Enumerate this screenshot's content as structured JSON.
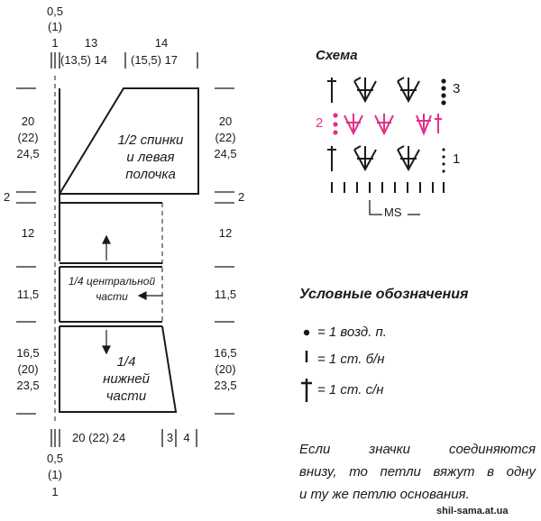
{
  "pattern": {
    "top_dims": {
      "left_1": "0,5",
      "left_2": "(1)",
      "left_3": "1",
      "mid_a": "13",
      "mid_b": "(13,5) 14",
      "mid_c": "14",
      "mid_d": "(15,5) 17"
    },
    "bottom_dims": {
      "main": "20 (22) 24",
      "small_a": "3",
      "small_b": "4",
      "under_1": "0,5",
      "under_2": "(1)",
      "under_3": "1"
    },
    "left_heights": {
      "top": [
        "20",
        "(22)",
        "24,5"
      ],
      "neck": "2",
      "upper_mid": "12",
      "lower_mid": "11,5",
      "bottom": [
        "16,5",
        "(20)",
        "23,5"
      ]
    },
    "right_heights": {
      "top": [
        "20",
        "(22)",
        "24,5"
      ],
      "neck": "2",
      "upper_mid": "12",
      "lower_mid": "11,5",
      "bottom": [
        "16,5",
        "(20)",
        "23,5"
      ]
    },
    "labels": {
      "back_front": [
        "1/2 спинки",
        "и левая",
        "полочка"
      ],
      "center": [
        "1/4 центральной",
        "части"
      ],
      "lower": [
        "1/4",
        "нижней",
        "части"
      ]
    }
  },
  "schema": {
    "title": "Схема",
    "row_3": "3",
    "row_2": "2",
    "row_1": "1",
    "ms_label": "MS"
  },
  "legend": {
    "title": "Условные обозначения",
    "items": [
      {
        "icon": "dot-icon",
        "text": "= 1 возд. п."
      },
      {
        "icon": "sc-icon",
        "text": "= 1 ст. б/н"
      },
      {
        "icon": "dc-icon",
        "text": "= 1 ст. с/н"
      }
    ],
    "note": [
      "Если значки соединяются",
      "внизу, то петли вяжут в одну",
      "и ту же петлю основания."
    ]
  },
  "watermark": "shil-sama.at.ua",
  "colors": {
    "accent": "#e0308a",
    "ink": "#1a1a1a"
  }
}
